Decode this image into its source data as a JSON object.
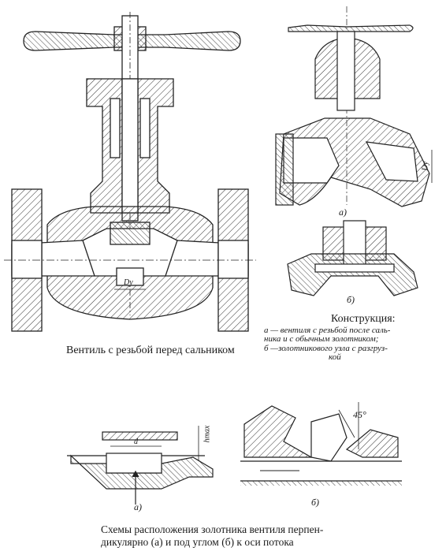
{
  "captions": {
    "main_valve": "Вентиль с резьбой перед сальником",
    "konstruktsiya_title": "Конструкция:",
    "konstruktsiya_a_line1": "а — вентиля с резьбой после саль-",
    "konstruktsiya_a_line2": "ника и с обычным золотником;",
    "konstruktsiya_b_line1": "б —золотникового узла с разгруз-",
    "konstruktsiya_b_line2": "кой",
    "bottom_line1": "Схемы расположения золотника вентиля перпен-",
    "bottom_line2": "дикулярно (а) и под углом (б) к оси потока"
  },
  "labels": {
    "fig_a_top": "а)",
    "fig_b_top": "б)",
    "fig_a_bottom": "а)",
    "fig_b_bottom": "б)",
    "dim_du_main": "Dу",
    "dim_du_side": "Dу",
    "dim_d": "d",
    "dim_hmax": "hmax",
    "angle": "45°"
  }
}
